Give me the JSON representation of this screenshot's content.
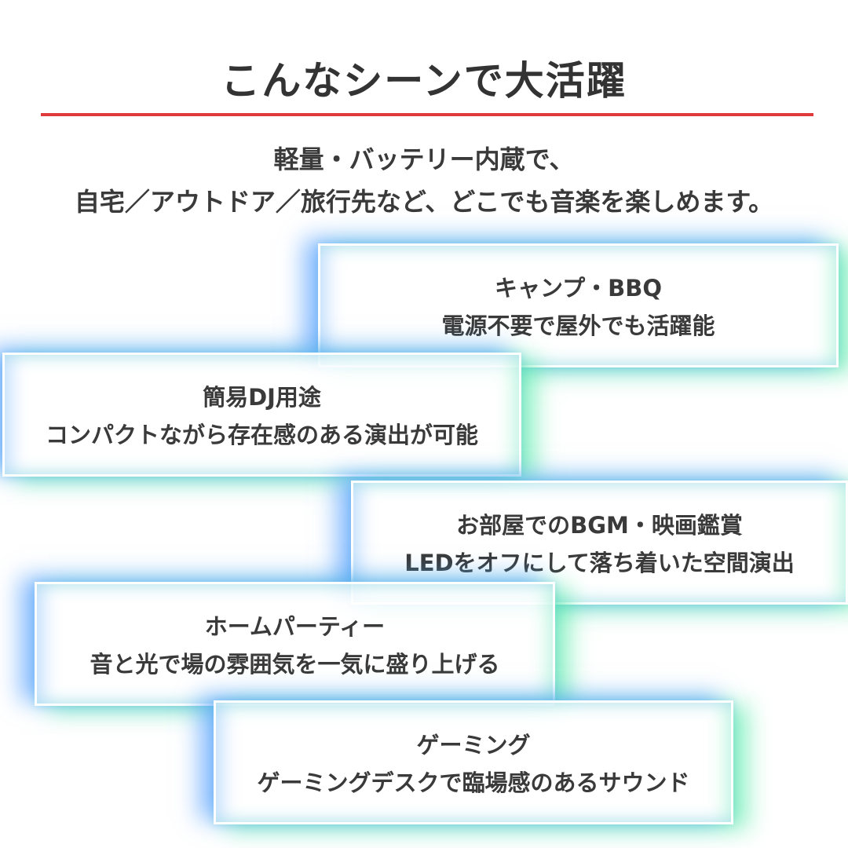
{
  "heading": {
    "title": "こんなシーンで大活躍",
    "accent_color": "#e03a3a"
  },
  "subtitle": {
    "line1": "軽量・バッテリー内蔵で、",
    "line2": "自宅／アウトドア／旅行先など、どこでも音楽を楽しめます。"
  },
  "cards": [
    {
      "title": "キャンプ・BBQ",
      "description": "電源不要で屋外でも活躍能"
    },
    {
      "title": "簡易DJ用途",
      "description": "コンパクトながら存在感のある演出が可能"
    },
    {
      "title": "お部屋でのBGM・映画鑑賞",
      "description": "LEDをオフにして落ち着いた空間演出"
    },
    {
      "title": "ホームパーティー",
      "description": "音と光で場の雰囲気を一気に盛り上げる"
    },
    {
      "title": "ゲーミング",
      "description": "ゲーミングデスクで臨場感のあるサウンド"
    }
  ],
  "glow_colors": {
    "blue": "#4696ff",
    "green": "#50eba5"
  }
}
